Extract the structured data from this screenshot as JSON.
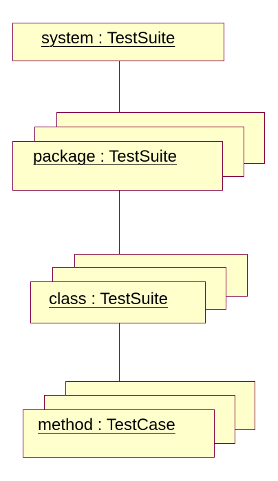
{
  "objects": [
    {
      "name": "system : TestSuite",
      "multi": false
    },
    {
      "name": "package : TestSuite",
      "multi": true
    },
    {
      "name": "class : TestSuite",
      "multi": true
    },
    {
      "name": "method : TestCase",
      "multi": true
    }
  ],
  "colors": {
    "fill": "#ffffcc",
    "border": "#800040",
    "text": "#000000"
  }
}
